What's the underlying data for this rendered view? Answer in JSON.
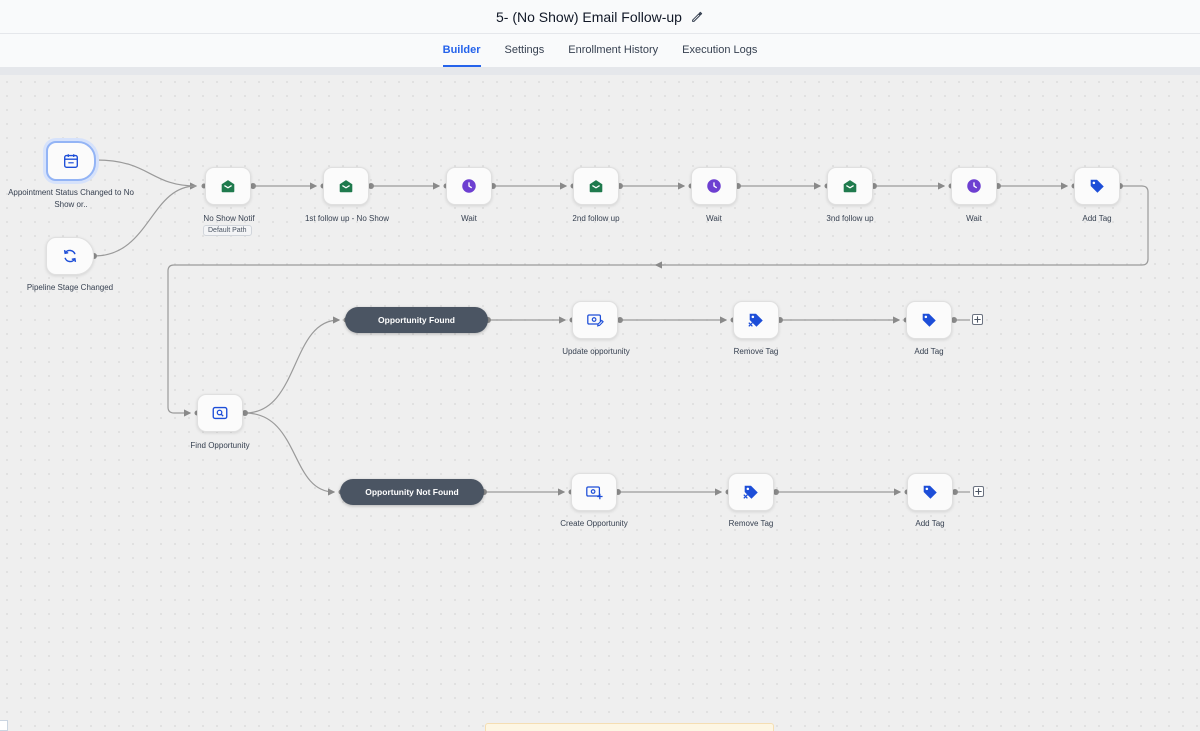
{
  "header": {
    "title": "5- (No Show) Email Follow-up",
    "edit_icon": "pencil-icon"
  },
  "tabs": [
    {
      "label": "Builder",
      "active": true
    },
    {
      "label": "Settings",
      "active": false
    },
    {
      "label": "Enrollment History",
      "active": false
    },
    {
      "label": "Execution Logs",
      "active": false
    }
  ],
  "colors": {
    "accent": "#2563eb",
    "email_icon": "#1f7a4d",
    "wait_icon": "#6d3fd1",
    "tag_icon": "#1d4ed8",
    "branch_pill": "#4b5563"
  },
  "triggers": [
    {
      "label": "Appointment Status Changed to No Show or..",
      "icon": "calendar-icon"
    },
    {
      "label": "Pipeline Stage Changed",
      "icon": "refresh-icon"
    }
  ],
  "main_path": [
    {
      "label": "No Show Notif",
      "icon": "email-icon",
      "badge": "Default Path"
    },
    {
      "label": "1st follow up - No Show",
      "icon": "email-icon"
    },
    {
      "label": "Wait",
      "icon": "clock-icon"
    },
    {
      "label": "2nd follow up",
      "icon": "email-icon"
    },
    {
      "label": "Wait",
      "icon": "clock-icon"
    },
    {
      "label": "3nd follow up",
      "icon": "email-icon"
    },
    {
      "label": "Wait",
      "icon": "clock-icon"
    },
    {
      "label": "Add Tag",
      "icon": "tag-icon"
    }
  ],
  "find_node": {
    "label": "Find Opportunity",
    "icon": "search-icon"
  },
  "branches": [
    {
      "label": "Opportunity Found",
      "steps": [
        {
          "label": "Update opportunity",
          "icon": "money-edit-icon"
        },
        {
          "label": "Remove Tag",
          "icon": "tag-remove-icon"
        },
        {
          "label": "Add Tag",
          "icon": "tag-icon"
        }
      ]
    },
    {
      "label": "Opportunity Not Found",
      "steps": [
        {
          "label": "Create Opportunity",
          "icon": "money-add-icon"
        },
        {
          "label": "Remove Tag",
          "icon": "tag-remove-icon"
        },
        {
          "label": "Add Tag",
          "icon": "tag-icon"
        }
      ]
    }
  ]
}
